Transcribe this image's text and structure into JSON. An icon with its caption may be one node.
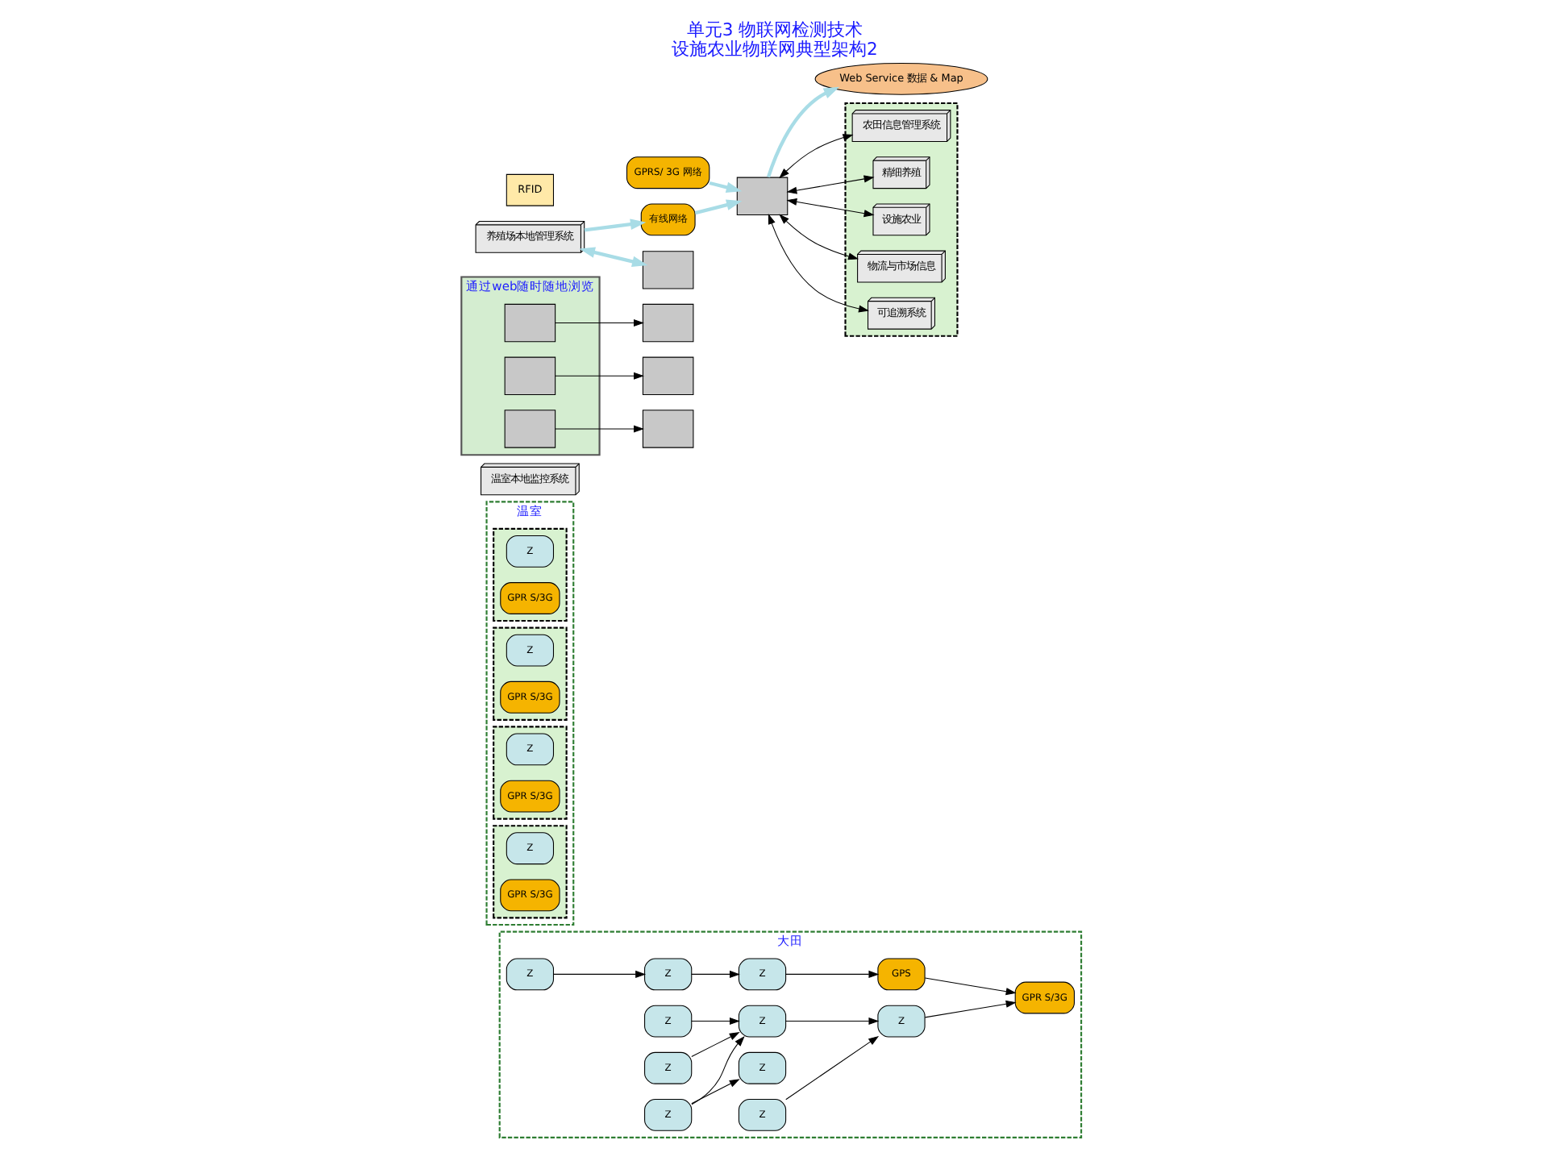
{
  "diagram": {
    "title": "单元3 物联网检测技术",
    "caption": "设施农业物联网典型架构2",
    "nodes": [
      {
        "text": [
          "大田"
        ]
      },
      {
        "text": [
          "Z"
        ],
        "in": 0
      },
      {
        "text": [
          "Z"
        ],
        "in": 0
      },
      {
        "text": [
          "Z"
        ],
        "in": 0
      },
      {
        "text": [
          "Z"
        ],
        "in": 0
      },
      {
        "text": [
          "GPR S/3G"
        ],
        "in": 0
      },
      {
        "text": [
          "Z"
        ],
        "in": 0
      },
      {
        "text": [
          "Z"
        ],
        "in": 0
      },
      {
        "text": [
          "Z"
        ],
        "in": 0
      },
      {
        "text": [
          "GPS"
        ],
        "in": 0
      },
      {
        "text": [
          "Z"
        ],
        "in": 0
      },
      {
        "text": [
          "Z"
        ],
        "in": 0
      },
      {
        "text": [
          "Z"
        ],
        "in": 0
      },
      {
        "text": [
          "温室"
        ]
      },
      {
        "text": [],
        "shape": "box",
        "in": 13
      },
      {
        "text": [
          "Z"
        ],
        "in": 14
      },
      {
        "text": [
          "GPR S/3G"
        ],
        "in": 14
      },
      {
        "text": [],
        "shape": "box",
        "in": 13
      },
      {
        "text": [
          "Z"
        ],
        "in": 17
      },
      {
        "text": [
          "GPR S/3G"
        ],
        "in": 17
      },
      {
        "text": [],
        "shape": "box",
        "in": 13
      },
      {
        "text": [
          "Z"
        ],
        "in": 20
      },
      {
        "text": [
          "GPR S/3G"
        ],
        "in": 20
      },
      {
        "text": [],
        "shape": "box",
        "in": 13
      },
      {
        "text": [
          "Z"
        ],
        "in": 23
      },
      {
        "text": [
          "GPR S/3G"
        ],
        "in": 23
      },
      {
        "text": [
          "温室本地监控系统"
        ]
      },
      {
        "text": [
          "通过web随时随地浏览"
        ]
      },
      {
        "text": [],
        "shape": "box",
        "in": 27
      },
      {
        "text": [],
        "shape": "box",
        "in": 27
      },
      {
        "text": [],
        "shape": "box",
        "in": 27
      },
      {
        "text": [],
        "shape": "box"
      },
      {
        "text": [],
        "shape": "box"
      },
      {
        "text": [],
        "shape": "box"
      },
      {
        "text": [
          "Web Service 数据 & Map"
        ]
      },
      {
        "text": [
          "GPRS/ 3G 网络"
        ]
      },
      {
        "text": [],
        "shape": "box"
      },
      {
        "text": [
          "有线网络"
        ]
      },
      {
        "text": [
          "养殖场本地管理系统"
        ]
      },
      {
        "text": [
          "RFID"
        ]
      },
      {
        "text": [],
        "shape": "box"
      },
      {
        "text": [],
        "shape": "box"
      },
      {
        "text": [
          "农田信息管理系统"
        ],
        "in": 41
      },
      {
        "text": [
          "精细养殖"
        ],
        "in": 41
      },
      {
        "text": [
          "设施农业"
        ],
        "in": 41
      },
      {
        "text": [
          "物流与市场信息"
        ],
        "in": 41
      },
      {
        "text": [
          "可追溯系统"
        ],
        "in": 41
      }
    ],
    "edges": [
      {
        "from": 2,
        "to": 4,
        "arrow": "to"
      },
      {
        "from": 4,
        "to": 11,
        "arrow": "to"
      },
      {
        "from": 11,
        "to": 9,
        "arrow": "to"
      },
      {
        "from": 1,
        "to": 6,
        "arrow": "to"
      },
      {
        "from": 3,
        "to": 6,
        "arrow": "to"
      },
      {
        "from": 7,
        "to": 6,
        "arrow": "to"
      },
      {
        "from": 7,
        "to": 8,
        "arrow": "to"
      },
      {
        "from": 6,
        "to": 10,
        "arrow": "to"
      },
      {
        "from": 12,
        "to": 10,
        "arrow": "to"
      },
      {
        "from": 9,
        "to": 5,
        "arrow": "to"
      },
      {
        "from": 10,
        "to": 5,
        "arrow": "to"
      },
      {
        "from": 28,
        "to": 31,
        "arrow": "to"
      },
      {
        "from": 29,
        "to": 32,
        "arrow": "to"
      },
      {
        "from": 30,
        "to": 33,
        "arrow": "to"
      },
      {
        "from": 36,
        "to": 34,
        "arrow": "to",
        "style": "thick",
        "color": "#a8dce6"
      },
      {
        "from": 35,
        "to": 36,
        "arrow": "to",
        "style": "thick",
        "color": "#a8dce6"
      },
      {
        "from": 37,
        "to": 36,
        "arrow": "to",
        "style": "thick",
        "color": "#a8dce6"
      },
      {
        "from": 38,
        "to": 37,
        "arrow": "to",
        "style": "thick",
        "color": "#a8dce6"
      },
      {
        "from": 38,
        "to": 40,
        "arrow": "both",
        "style": "thick",
        "color": "#a8dce6"
      },
      {
        "from": 36,
        "to": 42,
        "arrow": "both"
      },
      {
        "from": 36,
        "to": 43,
        "arrow": "both"
      },
      {
        "from": 36,
        "to": 44,
        "arrow": "both"
      },
      {
        "from": 36,
        "to": 45,
        "arrow": "both"
      },
      {
        "from": 36,
        "to": 46,
        "arrow": "both"
      }
    ]
  }
}
